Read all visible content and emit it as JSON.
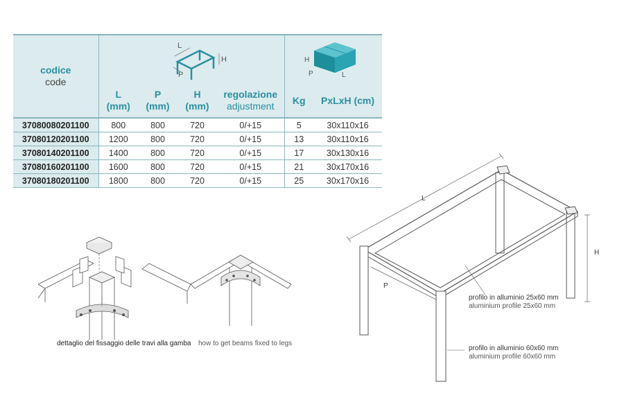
{
  "table": {
    "code_label": "codice",
    "code_label_en": "code",
    "dimension_icon": {
      "l": "L",
      "p": "P",
      "h": "H"
    },
    "package_icon": {
      "h": "H",
      "p": "P",
      "l": "L"
    },
    "columns": {
      "l": {
        "label": "L",
        "unit": "(mm)"
      },
      "p": {
        "label": "P",
        "unit": "(mm)"
      },
      "h": {
        "label": "H",
        "unit": "(mm)"
      },
      "adj": {
        "label": "regolazione",
        "unit": "adjustment"
      },
      "kg": {
        "label": "Kg"
      },
      "pack": {
        "label": "PxLxH (cm)"
      }
    },
    "rows": [
      {
        "code": "37080080201100",
        "l": "800",
        "p": "800",
        "h": "720",
        "adj": "0/+15",
        "kg": "5",
        "pack": "30x110x16"
      },
      {
        "code": "37080120201100",
        "l": "1200",
        "p": "800",
        "h": "720",
        "adj": "0/+15",
        "kg": "13",
        "pack": "30x110x16"
      },
      {
        "code": "37080140201100",
        "l": "1400",
        "p": "800",
        "h": "720",
        "adj": "0/+15",
        "kg": "17",
        "pack": "30x130x16"
      },
      {
        "code": "37080160201100",
        "l": "1600",
        "p": "800",
        "h": "720",
        "adj": "0/+15",
        "kg": "21",
        "pack": "30x170x16"
      },
      {
        "code": "37080180201100",
        "l": "1800",
        "p": "800",
        "h": "720",
        "adj": "0/+15",
        "kg": "25",
        "pack": "30x170x16"
      }
    ]
  },
  "detail": {
    "caption_it": "dettaglio del fissaggio delle travi alla gamba",
    "caption_en": "how to get beams fixed to legs"
  },
  "frame": {
    "dim_l": "L",
    "dim_p": "P",
    "dim_h": "H",
    "beam_it": "profilo in alluminio 25x60 mm",
    "beam_en": "aluminium profile 25x60 mm",
    "leg_it": "profilo in alluminio 60x60 mm",
    "leg_en": "aluminium profile 60x60 mm"
  },
  "colors": {
    "accent": "#2a8fa0",
    "header_bg": "#dcebed",
    "box": "#2aa3b3"
  }
}
